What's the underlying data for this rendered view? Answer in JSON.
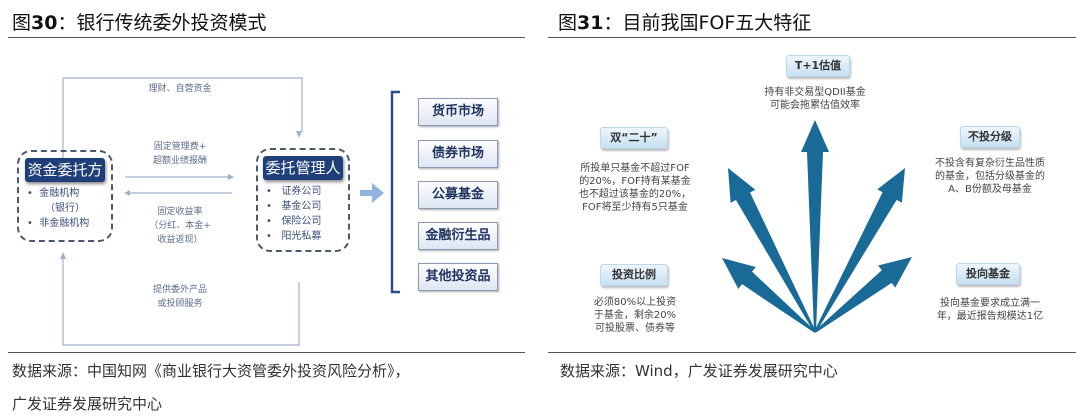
{
  "left": {
    "title_prefix": "图",
    "title_num": "30",
    "title_text": "：银行传统委外投资模式",
    "top_flow": "理财、自营资金",
    "arrow_right_label": [
      "固定管理费+",
      "超额业绩报酬"
    ],
    "arrow_left_label": [
      "固定收益率",
      "（分红、本金+",
      "收益返现）"
    ],
    "bottom_flow": [
      "提供委外产品",
      "或投顾服务"
    ],
    "client": {
      "title": "资金委托方",
      "items": [
        "金融机构",
        "（银行）",
        "非金融机构"
      ]
    },
    "manager": {
      "title": "委托管理人",
      "items": [
        "证券公司",
        "基金公司",
        "保险公司",
        "阳光私募"
      ]
    },
    "markets": [
      "货币市场",
      "债券市场",
      "公募基金",
      "金融衍生品",
      "其他投资品"
    ],
    "source": [
      "数据来源：中国知网《商业银行大资管委外投资风险分析》，",
      "广发证券发展研究中心"
    ]
  },
  "right": {
    "title_prefix": "图",
    "title_num": "31",
    "title_text": "：目前我国FOF五大特征",
    "features": [
      {
        "label": "T+1估值",
        "desc": [
          "持有非交易型QDII基金",
          "可能会拖累估值效率"
        ]
      },
      {
        "label": "双“二十”",
        "desc": [
          "所投单只基金不超过FOF",
          "的20%，FOF持有某基金",
          "也不超过该基金的20%，",
          "FOF将至少持有5只基金"
        ]
      },
      {
        "label": "不投分级",
        "desc": [
          "不投含有复杂衍生品性质",
          "的基金，包括分级基金的",
          "A、B份额及母基金"
        ]
      },
      {
        "label": "投资比例",
        "desc": [
          "必须80%以上投资",
          "于基金，剩余20%",
          "可投股票、债券等"
        ]
      },
      {
        "label": "投向基金",
        "desc": [
          "投向基金要求成立满一",
          "年，最近报告规模达1亿"
        ]
      }
    ],
    "arrow_color": "#1a6a97",
    "source": "数据来源：Wind，广发证券发展研究中心"
  }
}
